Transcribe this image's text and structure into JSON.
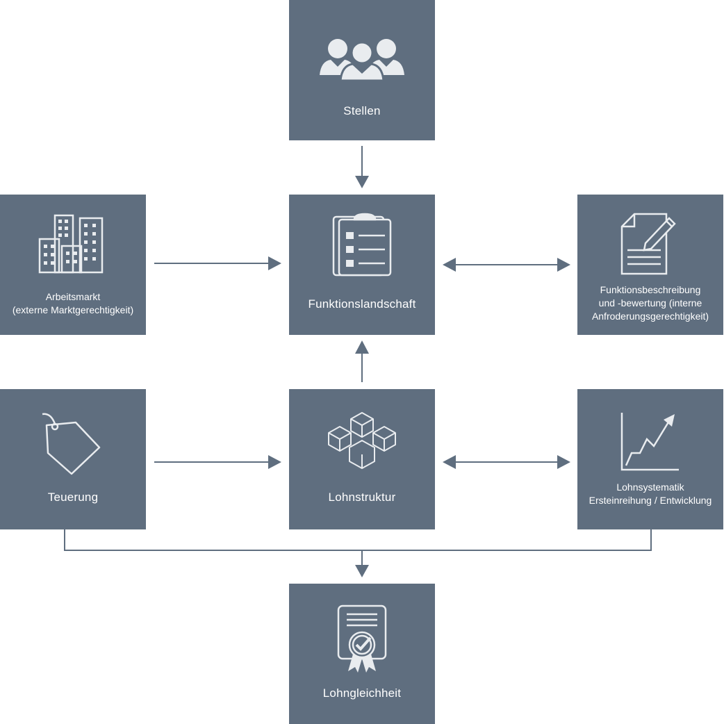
{
  "diagram": {
    "nodes": {
      "stellen": {
        "label": "Stellen"
      },
      "funktionslandschaft": {
        "label": "Funktionslandschaft"
      },
      "arbeitsmarkt": {
        "line1": "Arbeitsmarkt",
        "line2": "(externe Marktgerechtigkeit)"
      },
      "funktionsbeschreibung": {
        "line1": "Funktionsbeschreibung",
        "line2": "und -bewertung (interne",
        "line3": "Anfroderungsgerechtigkeit)"
      },
      "teuerung": {
        "label": "Teuerung"
      },
      "lohnstruktur": {
        "label": "Lohnstruktur"
      },
      "lohnsystematik": {
        "line1": "Lohnsystematik",
        "line2": "Ersteinreihung / Entwicklung"
      },
      "lohngleichheit": {
        "label": "Lohngleichheit"
      }
    },
    "icons": {
      "stellen": "people-group-icon",
      "funktionslandschaft": "clipboard-checklist-icon",
      "arbeitsmarkt": "office-buildings-icon",
      "funktionsbeschreibung": "document-pen-icon",
      "teuerung": "price-tag-icon",
      "lohnstruktur": "cubes-structure-icon",
      "lohnsystematik": "line-chart-icon",
      "lohngleichheit": "certificate-icon"
    },
    "colors": {
      "box": "#5f6e7f",
      "text": "#ffffff",
      "connector": "#5f6e7f"
    }
  }
}
